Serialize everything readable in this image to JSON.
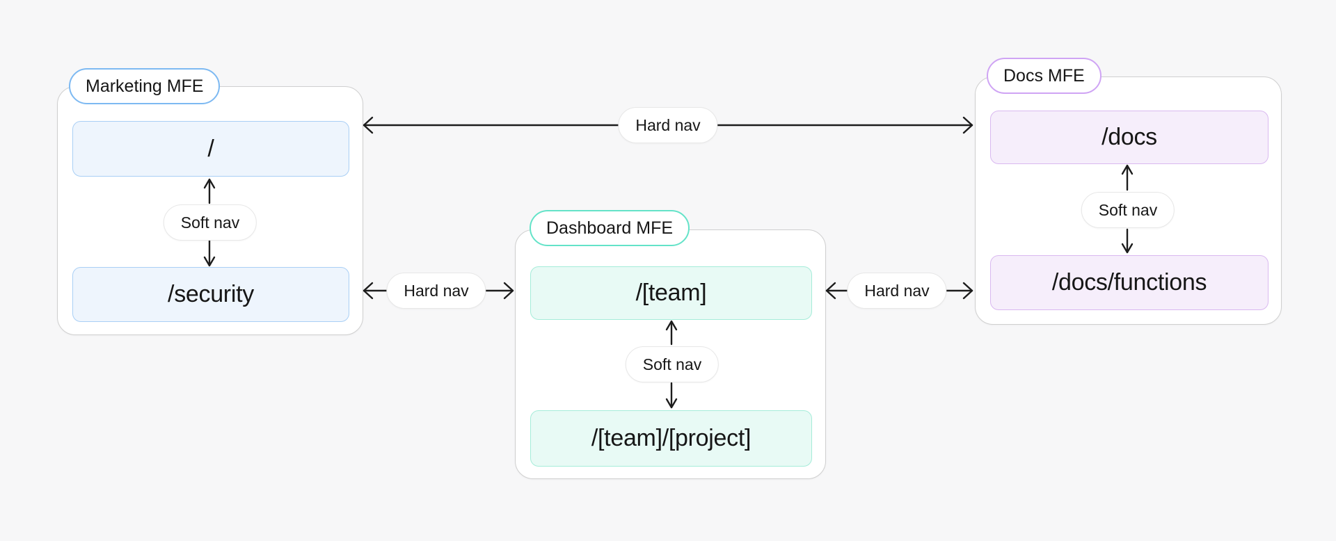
{
  "page": {
    "background": "#f7f7f8",
    "arrow_color": "#1c1c1c"
  },
  "diagram": {
    "nodes": [
      {
        "id": "marketing",
        "badge": "Marketing MFE",
        "accent": "#7db9f2",
        "route_bg": "#eef5fd",
        "route_border": "#a9cff5",
        "routes": [
          "/",
          "/security"
        ],
        "soft_nav": "Soft nav"
      },
      {
        "id": "dashboard",
        "badge": "Dashboard MFE",
        "accent": "#64e3c8",
        "route_bg": "#e8faf5",
        "route_border": "#a5ecd9",
        "routes": [
          "/[team]",
          "/[team]/[project]"
        ],
        "soft_nav": "Soft nav"
      },
      {
        "id": "docs",
        "badge": "Docs MFE",
        "accent": "#cfa4f4",
        "route_bg": "#f6eefb",
        "route_border": "#d9b8f0",
        "routes": [
          "/docs",
          "/docs/functions"
        ],
        "soft_nav": "Soft nav"
      }
    ],
    "edges": [
      {
        "id": "marketing-docs",
        "label": "Hard nav"
      },
      {
        "id": "marketing-dashboard",
        "label": "Hard nav"
      },
      {
        "id": "dashboard-docs",
        "label": "Hard nav"
      }
    ]
  }
}
